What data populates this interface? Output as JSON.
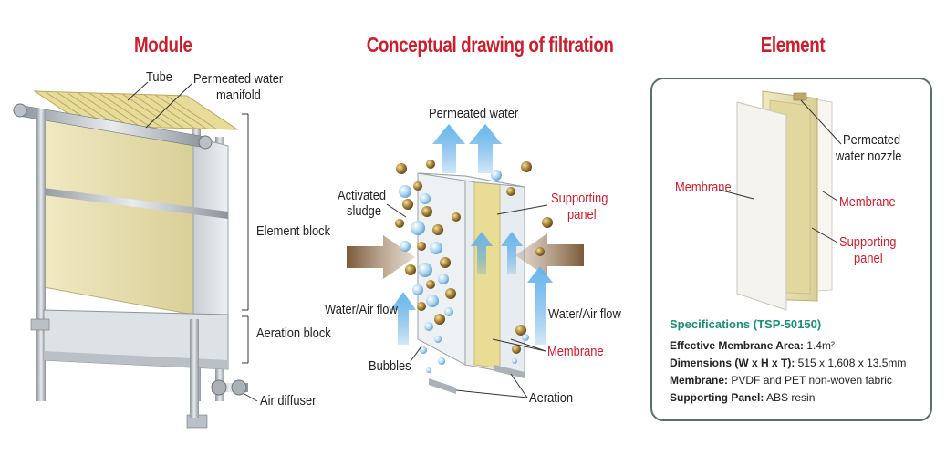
{
  "titles": {
    "module": "Module",
    "filtration": "Conceptual drawing of filtration",
    "element": "Element"
  },
  "module_labels": {
    "tube": "Tube",
    "manifold_line1": "Permeated water",
    "manifold_line2": "manifold",
    "element_block": "Element block",
    "aeration_block": "Aeration block",
    "air_diffuser": "Air diffuser"
  },
  "filtration_labels": {
    "permeated_water": "Permeated water",
    "activated_line1": "Activated",
    "activated_line2": "sludge",
    "supporting_line1": "Supporting",
    "supporting_line2": "panel",
    "water_air_left": "Water/Air flow",
    "water_air_right": "Water/Air flow",
    "membrane": "Membrane",
    "bubbles": "Bubbles",
    "aeration": "Aeration"
  },
  "element_labels": {
    "nozzle_line1": "Permeated",
    "nozzle_line2": "water nozzle",
    "membrane_left": "Membrane",
    "membrane_right": "Membrane",
    "supporting_line1": "Supporting",
    "supporting_line2": "panel"
  },
  "specs": {
    "title": "Specifications (TSP-50150)",
    "rows": [
      {
        "key": "Effective Membrane Area:",
        "value": " 1.4m²"
      },
      {
        "key": "Dimensions (W x H x T):",
        "value": " 515 x 1,608 x 13.5mm"
      },
      {
        "key": "Membrane:",
        "value": " PVDF and PET non-woven fabric"
      },
      {
        "key": "Supporting Panel:",
        "value": " ABS resin"
      }
    ]
  },
  "colors": {
    "title_red": "#c8202e",
    "membrane_cream": "#ece5b8",
    "arrow_blue": "#5aaee8",
    "sludge_brown": "#9a7a3a",
    "spec_green": "#1e8c7a"
  }
}
